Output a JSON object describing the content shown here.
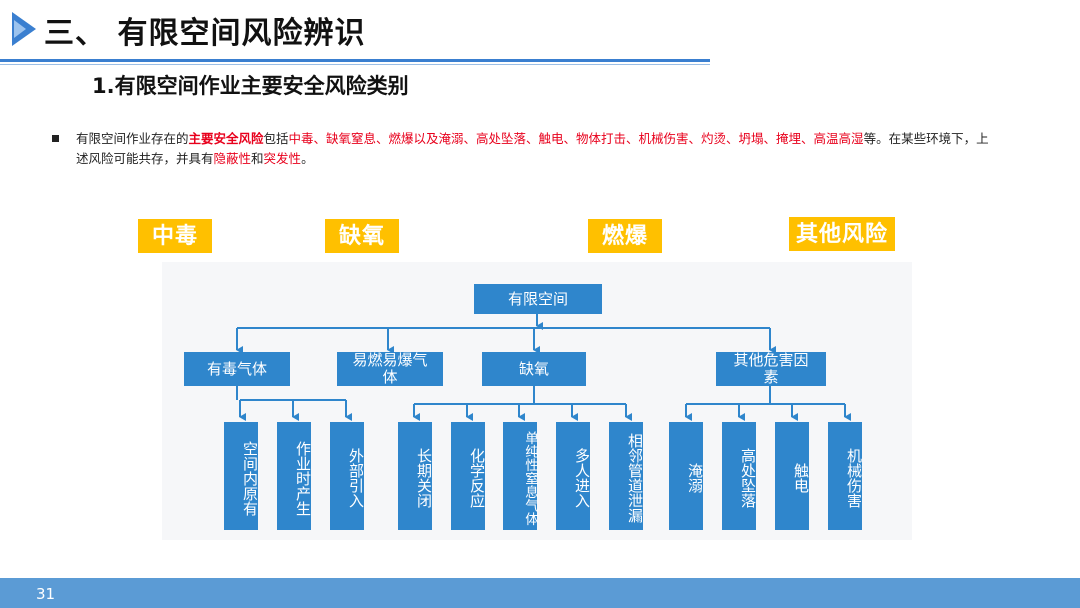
{
  "header": {
    "title": "三、 有限空间风险辨识",
    "subtitle": "1.有限空间作业主要安全风险类别"
  },
  "intro": {
    "t1": "有限空间作业存在的",
    "r1": "主要安全风险",
    "t2": "包括",
    "r2": "中毒、缺氧窒息、燃爆以及淹溺、高处坠落、触电、物体打击、机械伤害、灼烫、坍塌、掩埋、高温高湿",
    "t3": "等。在某些环境下，上述风险可能共存，并具有",
    "r3": "隐蔽性",
    "t4": "和",
    "r4": "突发性",
    "t5": "。"
  },
  "categories": [
    "中毒",
    "缺氧",
    "燃爆",
    "其他风险"
  ],
  "diagram": {
    "root": "有限空间",
    "level1": [
      "有毒气体",
      "易燃易爆气体",
      "缺氧",
      "其他危害因素"
    ],
    "leaves": [
      "空间内原有",
      "作业时产生",
      "外部引入",
      "长期关闭",
      "化学反应",
      "单纯性窒息气体",
      "多人进入",
      "相邻管道泄漏",
      "淹溺",
      "高处坠落",
      "触电",
      "机械伤害"
    ]
  },
  "footer": {
    "page_number": "31"
  },
  "colors": {
    "accent": "#3a7fd0",
    "highlight": "#e8001c",
    "category_bg": "#ffc000",
    "box": "#2f86cc",
    "footer": "#5b9bd5"
  }
}
